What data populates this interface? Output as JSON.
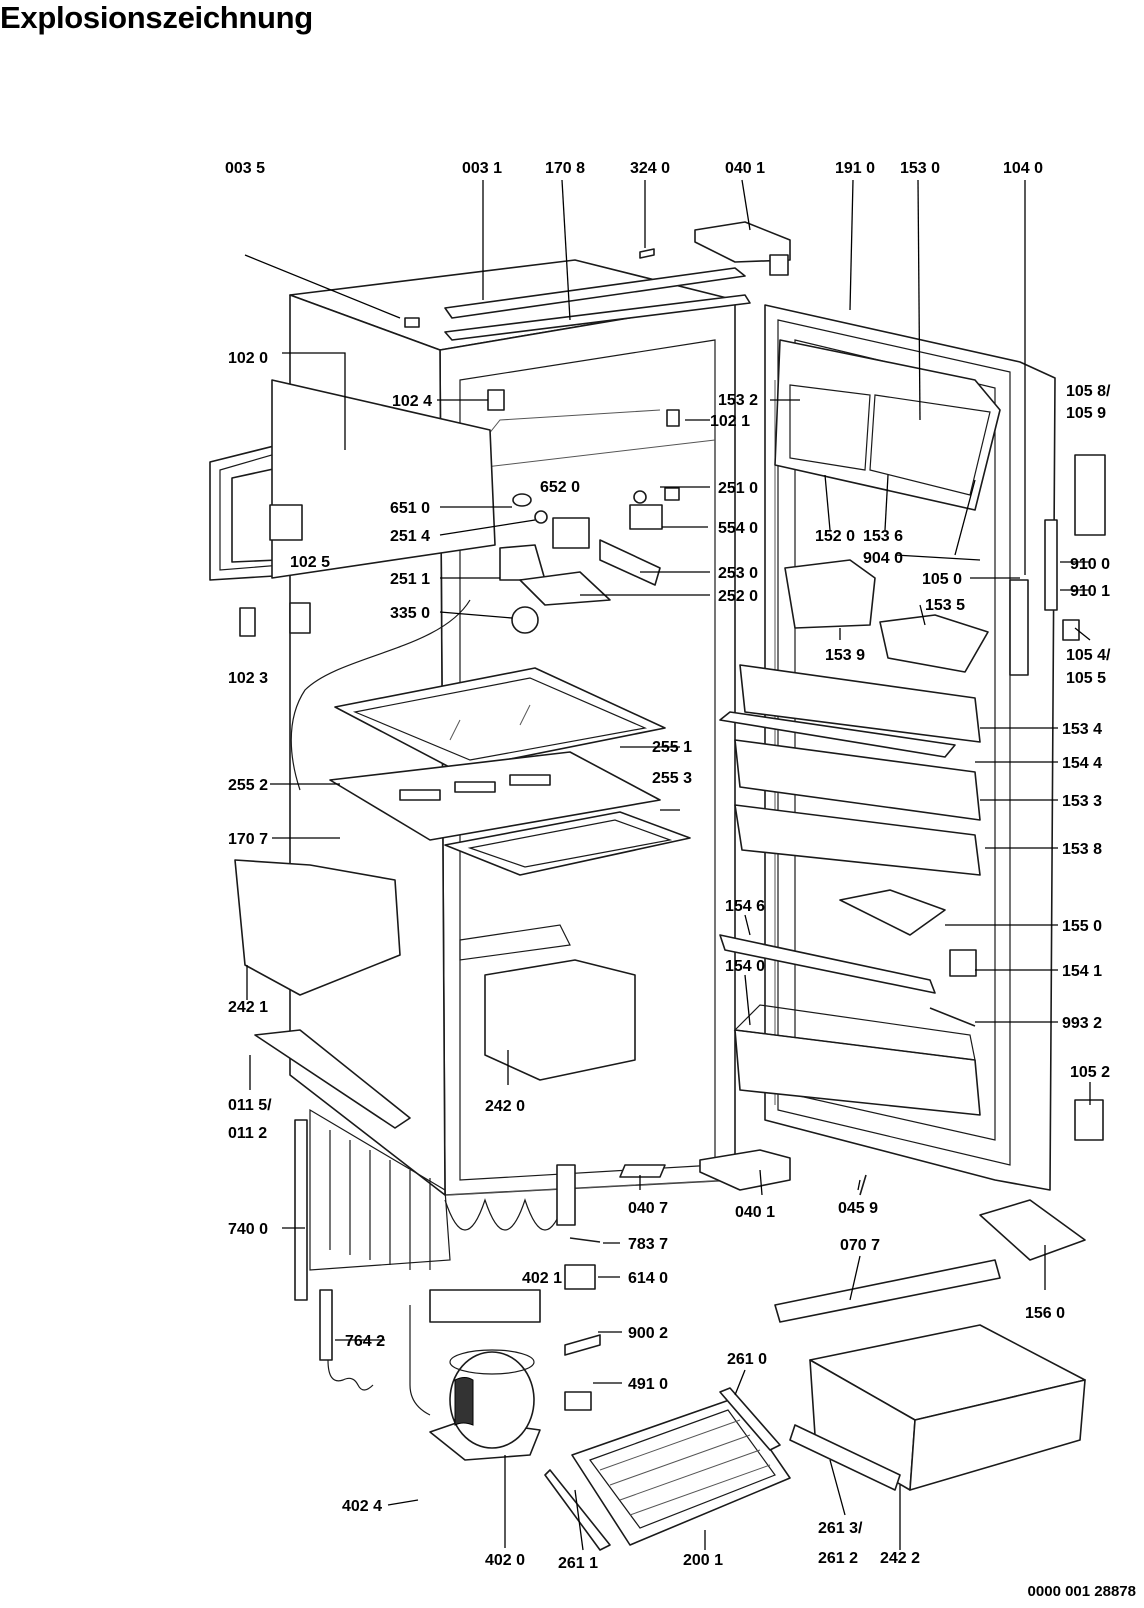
{
  "title": "Explosionszeichnung",
  "drawing_number": "0000 001 28878",
  "parts": [
    {
      "id": "p0035",
      "text": "003 5"
    },
    {
      "id": "p0031",
      "text": "003 1"
    },
    {
      "id": "p1708",
      "text": "170 8"
    },
    {
      "id": "p3240",
      "text": "324 0"
    },
    {
      "id": "p0401a",
      "text": "040 1"
    },
    {
      "id": "p1910",
      "text": "191 0"
    },
    {
      "id": "p1530",
      "text": "153 0"
    },
    {
      "id": "p1040",
      "text": "104 0"
    },
    {
      "id": "p1020",
      "text": "102 0"
    },
    {
      "id": "p1024",
      "text": "102 4"
    },
    {
      "id": "p1532",
      "text": "153 2"
    },
    {
      "id": "p1021",
      "text": "102 1"
    },
    {
      "id": "p1058",
      "text": "105 8/"
    },
    {
      "id": "p1059",
      "text": "105 9"
    },
    {
      "id": "p6510",
      "text": "651 0"
    },
    {
      "id": "p6520",
      "text": "652 0"
    },
    {
      "id": "p2510",
      "text": "251 0"
    },
    {
      "id": "p2514",
      "text": "251 4"
    },
    {
      "id": "p5540",
      "text": "554 0"
    },
    {
      "id": "p1520",
      "text": "152 0"
    },
    {
      "id": "p1536",
      "text": "153 6"
    },
    {
      "id": "p9040",
      "text": "904 0"
    },
    {
      "id": "p9100",
      "text": "910 0"
    },
    {
      "id": "p1025",
      "text": "102 5"
    },
    {
      "id": "p2511",
      "text": "251 1"
    },
    {
      "id": "p2530",
      "text": "253 0"
    },
    {
      "id": "p9101",
      "text": "910 1"
    },
    {
      "id": "p2520",
      "text": "252 0"
    },
    {
      "id": "p1050",
      "text": "105 0"
    },
    {
      "id": "p3350",
      "text": "335 0"
    },
    {
      "id": "p1535",
      "text": "153 5"
    },
    {
      "id": "p1054",
      "text": "105 4/"
    },
    {
      "id": "p1055",
      "text": "105 5"
    },
    {
      "id": "p1539",
      "text": "153 9"
    },
    {
      "id": "p1023",
      "text": "102 3"
    },
    {
      "id": "p2551",
      "text": "255 1"
    },
    {
      "id": "p1534",
      "text": "153 4"
    },
    {
      "id": "p2552",
      "text": "255 2"
    },
    {
      "id": "p2553",
      "text": "255 3"
    },
    {
      "id": "p1544",
      "text": "154 4"
    },
    {
      "id": "p1533",
      "text": "153 3"
    },
    {
      "id": "p1707",
      "text": "170 7"
    },
    {
      "id": "p1538",
      "text": "153 8"
    },
    {
      "id": "p1546",
      "text": "154 6"
    },
    {
      "id": "p1550",
      "text": "155 0"
    },
    {
      "id": "p1540",
      "text": "154 0"
    },
    {
      "id": "p1541",
      "text": "154 1"
    },
    {
      "id": "p2421",
      "text": "242 1"
    },
    {
      "id": "p9932",
      "text": "993 2"
    },
    {
      "id": "p0115",
      "text": "011 5/"
    },
    {
      "id": "p0112",
      "text": "011 2"
    },
    {
      "id": "p2420",
      "text": "242 0"
    },
    {
      "id": "p1052",
      "text": "105 2"
    },
    {
      "id": "p0407",
      "text": "040 7"
    },
    {
      "id": "p0401b",
      "text": "040 1"
    },
    {
      "id": "p0459",
      "text": "045 9"
    },
    {
      "id": "p7400",
      "text": "740 0"
    },
    {
      "id": "p7837",
      "text": "783 7"
    },
    {
      "id": "p0707",
      "text": "070 7"
    },
    {
      "id": "p4021",
      "text": "402 1"
    },
    {
      "id": "p6140",
      "text": "614 0"
    },
    {
      "id": "p1560",
      "text": "156 0"
    },
    {
      "id": "p7642",
      "text": "764 2"
    },
    {
      "id": "p9002",
      "text": "900 2"
    },
    {
      "id": "p2610",
      "text": "261 0"
    },
    {
      "id": "p4910",
      "text": "491 0"
    },
    {
      "id": "p4024",
      "text": "402 4"
    },
    {
      "id": "p2613",
      "text": "261 3/"
    },
    {
      "id": "p4020",
      "text": "402 0"
    },
    {
      "id": "p2611",
      "text": "261 1"
    },
    {
      "id": "p2001",
      "text": "200 1"
    },
    {
      "id": "p2612",
      "text": "261 2"
    },
    {
      "id": "p2422",
      "text": "242 2"
    }
  ]
}
